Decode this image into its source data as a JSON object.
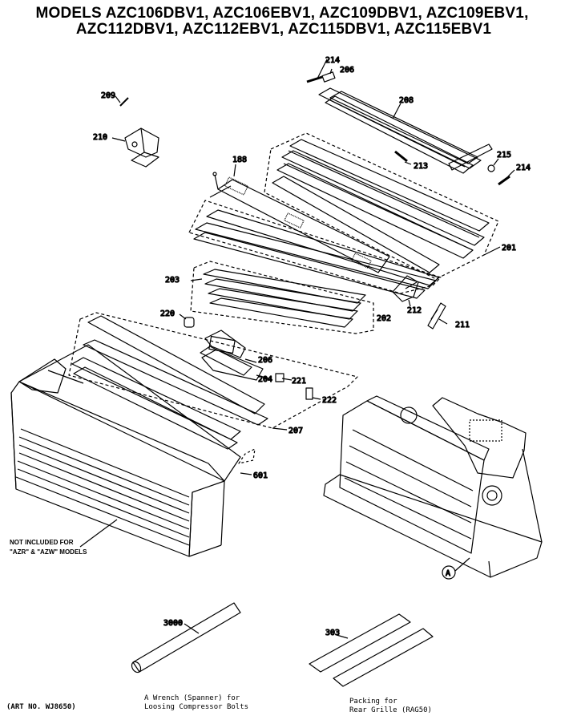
{
  "title": {
    "line1": "MODELS AZC106DBV1, AZC106EBV1, AZC109DBV1, AZC109EBV1,",
    "line2": "AZC112DBV1, AZC112EBV1, AZC115DBV1, AZC115EBV1"
  },
  "labels": {
    "p214a": "214",
    "p206a": "206",
    "p208": "208",
    "p209": "209",
    "p210": "210",
    "p188": "188",
    "p213": "213",
    "p215": "215",
    "p214b": "214",
    "p201": "201",
    "p203": "203",
    "p212": "212",
    "p220": "220",
    "p202": "202",
    "p211": "211",
    "p206b": "206",
    "p204": "204",
    "p221": "221",
    "p222": "222",
    "p207": "207",
    "p601": "601",
    "pA": "A",
    "p3000": "3000",
    "p303": "303"
  },
  "notes": {
    "not_included_1": "NOT INCLUDED FOR",
    "not_included_2": "\"AZR\" & \"AZW\" MODELS"
  },
  "captions": {
    "art_no": "(ART NO. WJ8650)",
    "wrench_1": "A Wrench (Spanner) for",
    "wrench_2": "Loosing Compressor Bolts",
    "packing_1": "Packing for",
    "packing_2": "Rear Grille (RAG50)"
  }
}
